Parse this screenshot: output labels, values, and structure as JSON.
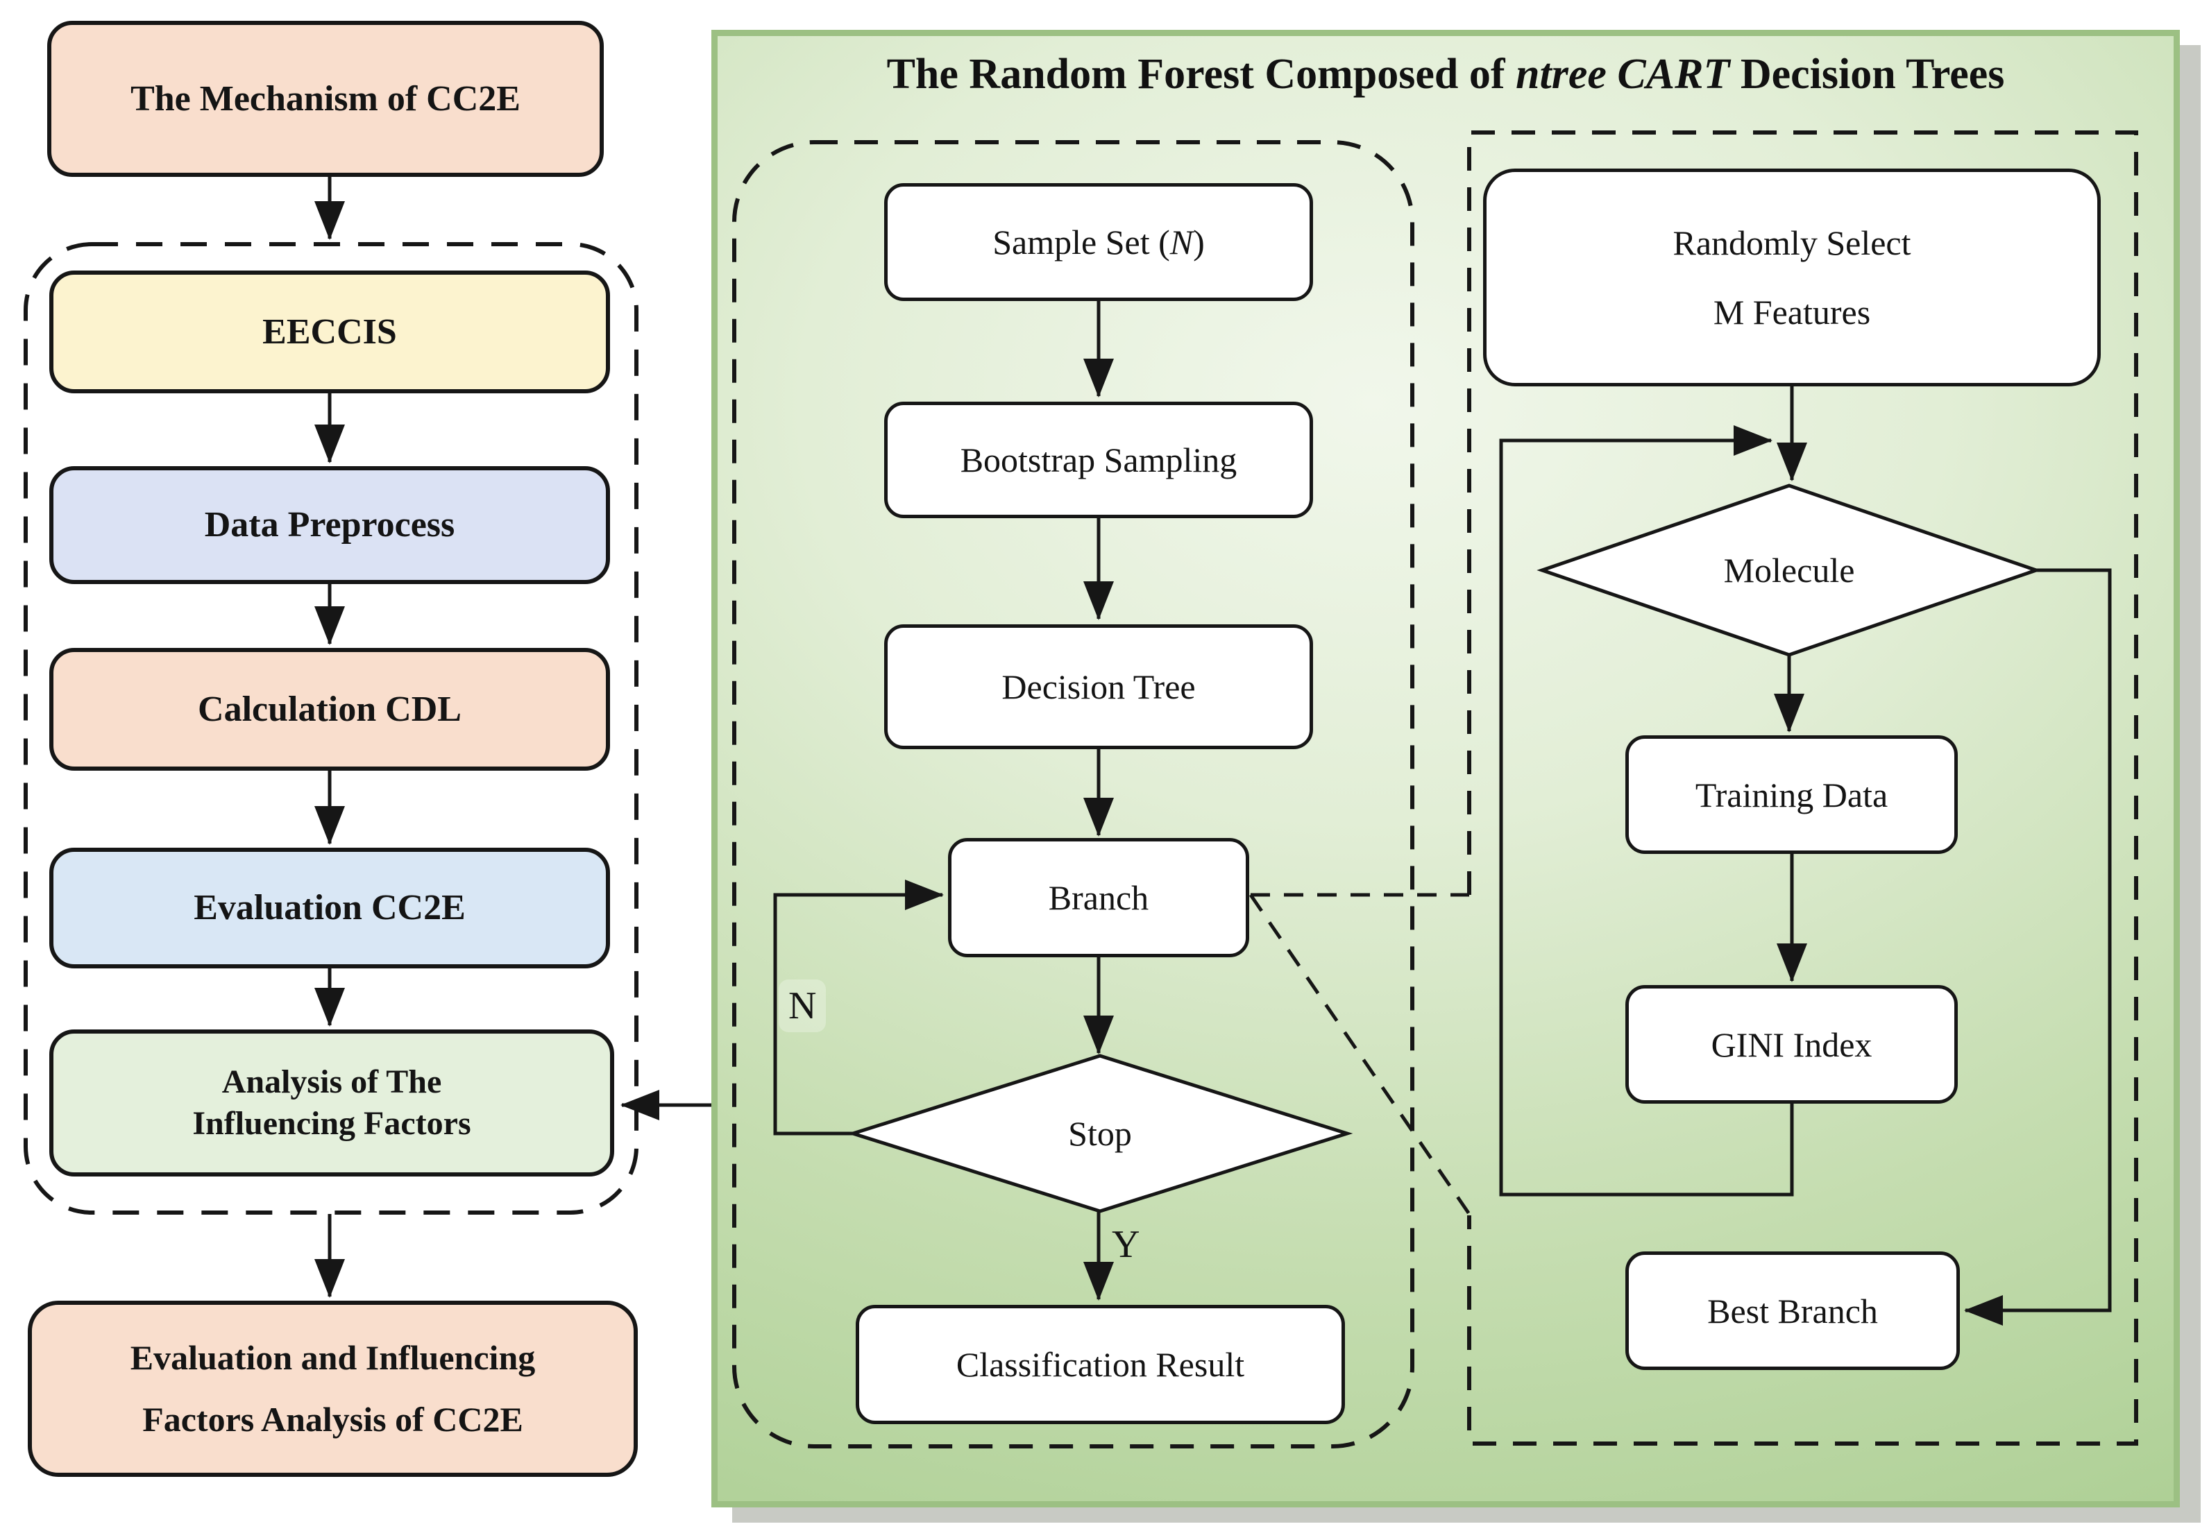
{
  "colors": {
    "panel_border_green": "#9cc083",
    "panel_fill_light": "#f1f7eb",
    "panel_fill_dark": "#a6cb8c",
    "box_peach": "#f9decd",
    "box_yellow": "#fcf3cf",
    "box_blue": "#dbe2f4",
    "box_blue_light": "#d9e7f5",
    "box_green": "#e4f0dc",
    "flow_box_white": "#ffffff",
    "line_color": "#161616"
  },
  "left_flow": {
    "mechanism": "The Mechanism of CC2E",
    "eeccis": "EECCIS",
    "data_preprocess": "Data Preprocess",
    "calculation_cdl": "Calculation CDL",
    "evaluation_cc2e": "Evaluation CC2E",
    "analysis_line1": "Analysis of The",
    "analysis_line2": "Influencing Factors",
    "final_line1": "Evaluation and Influencing",
    "final_line2": "Factors Analysis of CC2E"
  },
  "forest_panel": {
    "title_prefix": "The Random Forest Composed of ",
    "title_italic": "ntree CART",
    "title_suffix": " Decision Trees",
    "tree_flow": {
      "sample_set_prefix": "Sample Set (",
      "sample_set_var": "N",
      "sample_set_suffix": ")",
      "bootstrap_sampling": "Bootstrap Sampling",
      "decision_tree": "Decision Tree",
      "branch": "Branch",
      "stop": "Stop",
      "no_label": "N",
      "yes_label": "Y",
      "classification_result": "Classification Result"
    },
    "branch_detail": {
      "randomly_select_line1": "Randomly Select",
      "randomly_select_line2": "M Features",
      "molecule": "Molecule",
      "training_data": "Training Data",
      "gini_index": "GINI Index",
      "best_branch": "Best Branch"
    }
  }
}
